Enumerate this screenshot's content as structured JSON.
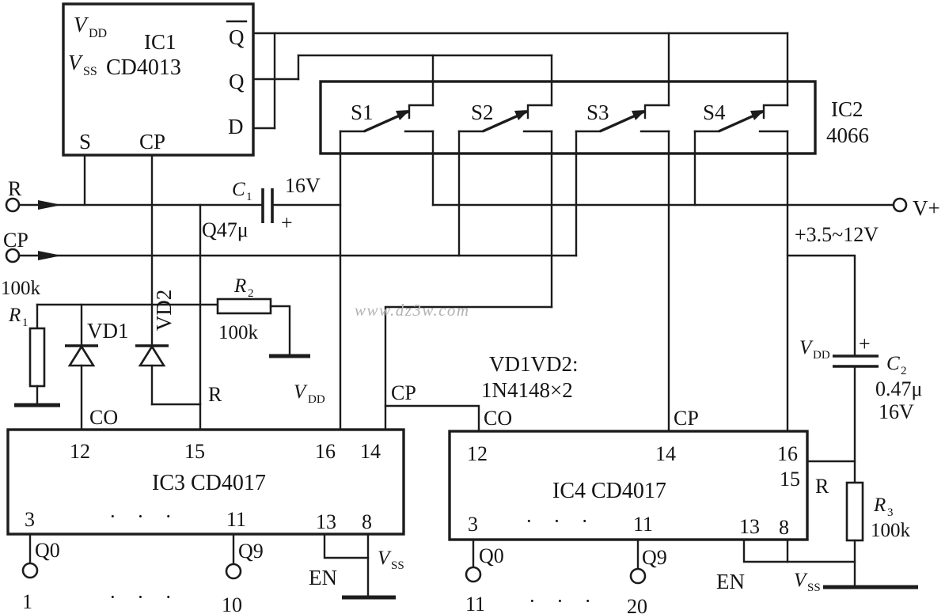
{
  "watermark": "www.dz3w.com",
  "inputs": {
    "r": "R",
    "cp": "CP",
    "vplus": "V+",
    "vplus_range": "+3.5~12V"
  },
  "ic1": {
    "ref": "IC1",
    "part": "CD4013",
    "vdd_base": "V",
    "vdd_sub": "DD",
    "vss_base": "V",
    "vss_sub": "SS",
    "pin_s": "S",
    "pin_cp": "CP",
    "pin_qbar": "Q",
    "pin_q": "Q",
    "pin_d": "D"
  },
  "ic2": {
    "ref": "IC2",
    "part": "4066",
    "switches": [
      "S1",
      "S2",
      "S3",
      "S4"
    ]
  },
  "ic3": {
    "label": "IC3 CD4017",
    "pin12": "12",
    "pin15": "15",
    "pin16": "16",
    "pin14": "14",
    "pin3": "3",
    "pin11": "11",
    "pin13": "13",
    "pin8": "8",
    "co": "CO",
    "r": "R",
    "vdd_base": "V",
    "vdd_sub": "DD",
    "cp": "CP",
    "q0": "Q0",
    "q9": "Q9",
    "en": "EN",
    "vss_base": "V",
    "vss_sub": "SS",
    "out_first": "1",
    "out_last": "10",
    "dots": "· · ·"
  },
  "ic4": {
    "label": "IC4 CD4017",
    "pin12": "12",
    "pin14": "14",
    "pin16": "16",
    "pin15": "15",
    "pin3": "3",
    "pin11": "11",
    "pin13": "13",
    "pin8": "8",
    "co": "CO",
    "cp": "CP",
    "vdd_base": "V",
    "vdd_sub": "DD",
    "r": "R",
    "q0": "Q0",
    "q9": "Q9",
    "en": "EN",
    "vss_base": "V",
    "vss_sub": "SS",
    "out_first": "11",
    "out_last": "20",
    "dots": "· · ·"
  },
  "r1": {
    "base": "R",
    "sub": "1",
    "value": "100k"
  },
  "r2": {
    "base": "R",
    "sub": "2",
    "value": "100k"
  },
  "r3": {
    "base": "R",
    "sub": "3",
    "value": "100k"
  },
  "c1": {
    "base": "C",
    "sub": "1",
    "value": "Q47μ",
    "voltage": "16V",
    "polarity": "+"
  },
  "c2": {
    "base": "C",
    "sub": "2",
    "value": "0.47μ",
    "voltage": "16V",
    "polarity": "+"
  },
  "vd1": "VD1",
  "vd2": "VD2",
  "note_line1": "VD1VD2:",
  "note_line2": "1N4148×2"
}
